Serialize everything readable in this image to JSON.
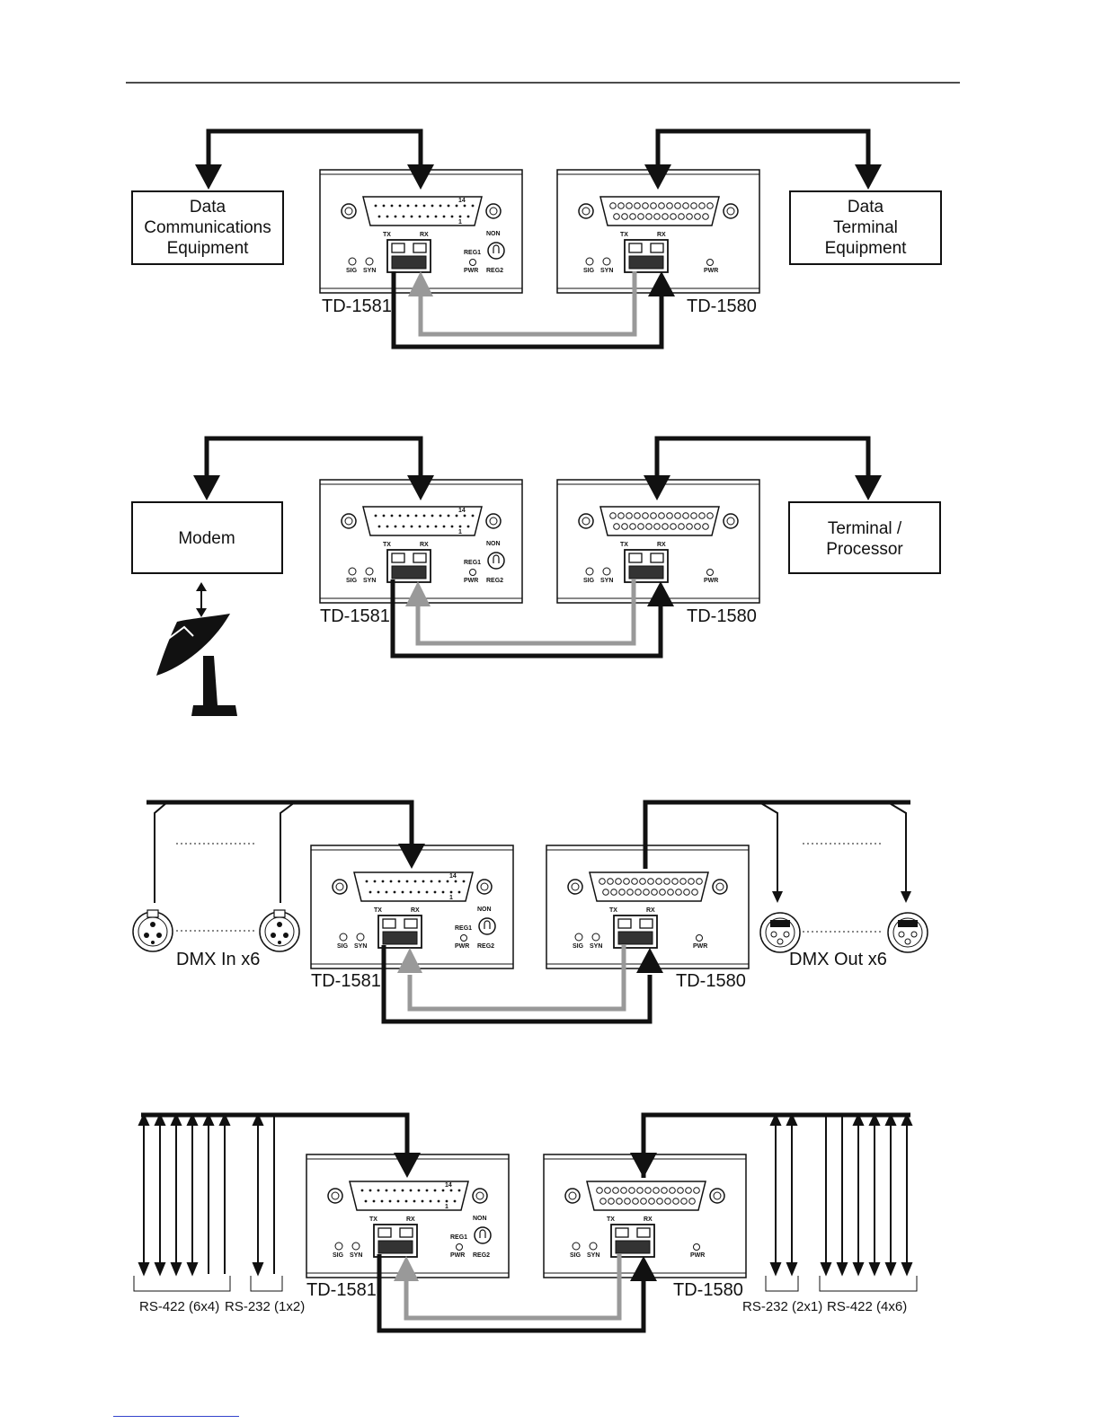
{
  "devices": {
    "tx_model": "TD-1581",
    "rx_model": "TD-1580",
    "panel_labels": {
      "tx": "TX",
      "rx": "RX",
      "sig": "SIG",
      "syn": "SYN",
      "pwr": "PWR",
      "reg1": "REG1",
      "reg2": "REG2",
      "non": "NON",
      "pin14": "14",
      "pin1": "1"
    }
  },
  "diagram1": {
    "left_box": [
      "Data",
      "Communications",
      "Equipment"
    ],
    "right_box": [
      "Data",
      "Terminal",
      "Equipment"
    ]
  },
  "diagram2": {
    "left_box": [
      "Modem"
    ],
    "right_box": [
      "Terminal /",
      "Processor"
    ]
  },
  "diagram3": {
    "left_label": "DMX In x6",
    "right_label": "DMX Out x6"
  },
  "diagram4": {
    "left_label_a": "RS-422 (6x4)",
    "left_label_b": "RS-232 (1x2)",
    "right_label_a": "RS-232 (2x1)",
    "right_label_b": "RS-422 (4x6)"
  },
  "colors": {
    "line": "#111111",
    "return_line": "#999999"
  }
}
